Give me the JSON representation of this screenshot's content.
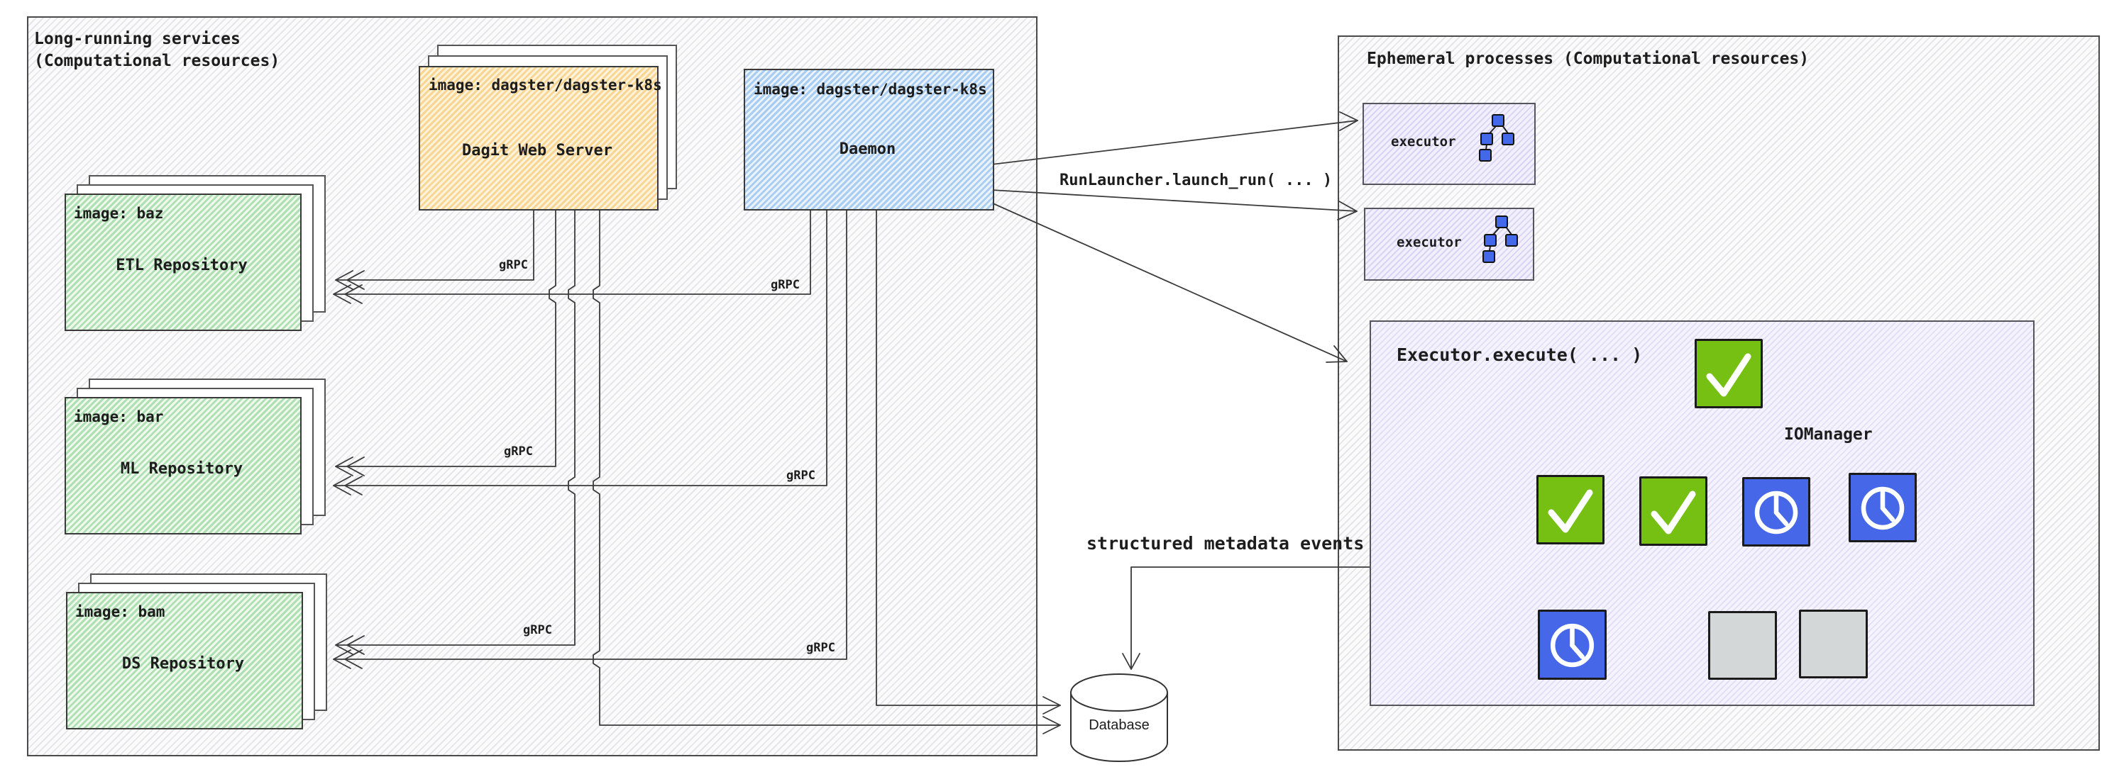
{
  "left_panel": {
    "title": "Long-running services\n(Computational resources)",
    "dagit": {
      "image_label": "image: dagster/dagster-k8s",
      "name": "Dagit Web Server"
    },
    "daemon": {
      "image_label": "image: dagster/dagster-k8s",
      "name": "Daemon"
    },
    "repositories": [
      {
        "image_label": "image: baz",
        "name": "ETL Repository"
      },
      {
        "image_label": "image: bar",
        "name": "ML Repository"
      },
      {
        "image_label": "image: bam",
        "name": "DS Repository"
      }
    ]
  },
  "right_panel": {
    "title": "Ephemeral processes (Computational resources)",
    "executors": [
      {
        "label": "executor"
      },
      {
        "label": "executor"
      }
    ],
    "execute_box": {
      "title": "Executor.execute( ... )",
      "iomanager_label": "IOManager",
      "dag_nodes": [
        {
          "id": "root",
          "status": "success",
          "icon": "check-icon"
        },
        {
          "id": "row2-1",
          "status": "success",
          "icon": "check-icon"
        },
        {
          "id": "row2-2",
          "status": "success",
          "icon": "check-icon"
        },
        {
          "id": "row2-3",
          "status": "running",
          "icon": "clock-icon"
        },
        {
          "id": "row2-4",
          "status": "running",
          "icon": "clock-icon"
        },
        {
          "id": "row3-1",
          "status": "running",
          "icon": "clock-icon"
        },
        {
          "id": "row3-2",
          "status": "pending",
          "icon": "none"
        },
        {
          "id": "row3-3",
          "status": "pending",
          "icon": "none"
        }
      ]
    }
  },
  "connections": {
    "grpc_label": "gRPC",
    "run_launcher_label": "RunLauncher.launch_run( ... )",
    "metadata_label": "structured metadata events",
    "grpc_links": [
      "dagit-to-etl",
      "daemon-to-etl",
      "dagit-to-ml",
      "daemon-to-ml",
      "dagit-to-ds",
      "daemon-to-ds"
    ],
    "database_links": [
      "dagit-to-database",
      "daemon-to-database"
    ]
  },
  "database": {
    "label": "Database"
  },
  "colors": {
    "dagit_fill": "#FAE3AE",
    "daemon_fill": "#D9EAFB",
    "repo_fill": "#DFF3DC",
    "executor_fill": "#F0EEFA",
    "execute_box_fill": "#F5F3FC",
    "node_success": "#76C014",
    "node_running": "#4668E8",
    "node_pending": "#D4D7D8",
    "icon_blue": "#4368EA",
    "line": "#3B3B3B"
  }
}
